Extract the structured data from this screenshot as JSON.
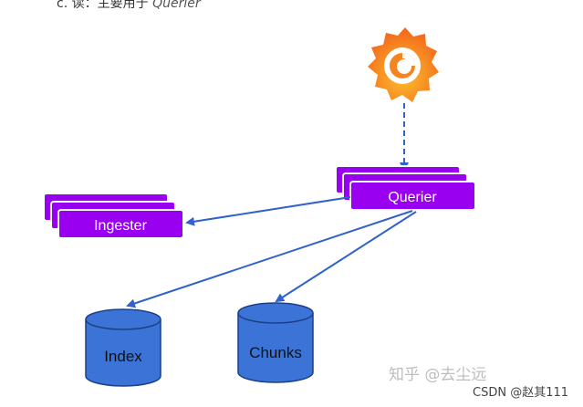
{
  "caption": {
    "prefix": "c. 读：主要用于",
    "italic": "Querier"
  },
  "nodes": {
    "querier": {
      "label": "Querier"
    },
    "ingester": {
      "label": "Ingester"
    },
    "index": {
      "label": "Index"
    },
    "chunks": {
      "label": "Chunks"
    }
  },
  "logo": {
    "icon": "grafana-logo-icon"
  },
  "watermarks": {
    "zhihu": "知乎 @去尘远",
    "csdn": "CSDN @赵其111"
  },
  "colors": {
    "component_fill": "#9a00f0",
    "component_border": "#ffffff",
    "storage_fill": "#3b74d6",
    "storage_stroke": "#1c3f86",
    "arrow": "#2f62cc",
    "logo_orange": "#f46b1b",
    "logo_yellow": "#fbc02d"
  }
}
